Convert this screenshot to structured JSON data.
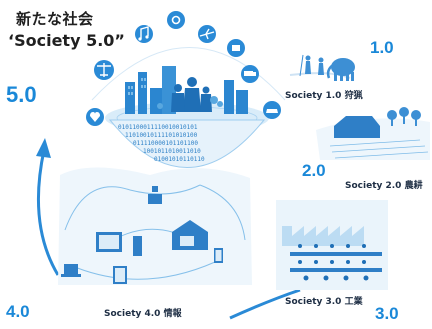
{
  "title": {
    "line1": "新たな社会",
    "line2": "‘Society 5.0”"
  },
  "stages": [
    {
      "number": "5.0"
    },
    {
      "number": "1.0",
      "label": "Society 1.0 狩猟"
    },
    {
      "number": "2.0",
      "label": "Society 2.0 農耕"
    },
    {
      "number": "3.0",
      "label": "Society 3.0 工業"
    },
    {
      "number": "4.0",
      "label": "Society 4.0 情報"
    }
  ],
  "colors": {
    "accent": "#1a88d8",
    "accent_light": "#9fcdef",
    "accent_pale": "#dcecf8",
    "text_dark": "#1e2e44"
  },
  "icons": [
    "music-icon",
    "plane-icon",
    "scales-icon",
    "gear-icon",
    "heart-icon",
    "car-icon",
    "satellite-icon",
    "truck-icon",
    "cloud-icon",
    "mammoth-icon",
    "tree-icon",
    "factory-icon",
    "computer-icon",
    "tablet-icon",
    "phone-icon",
    "house-icon"
  ]
}
